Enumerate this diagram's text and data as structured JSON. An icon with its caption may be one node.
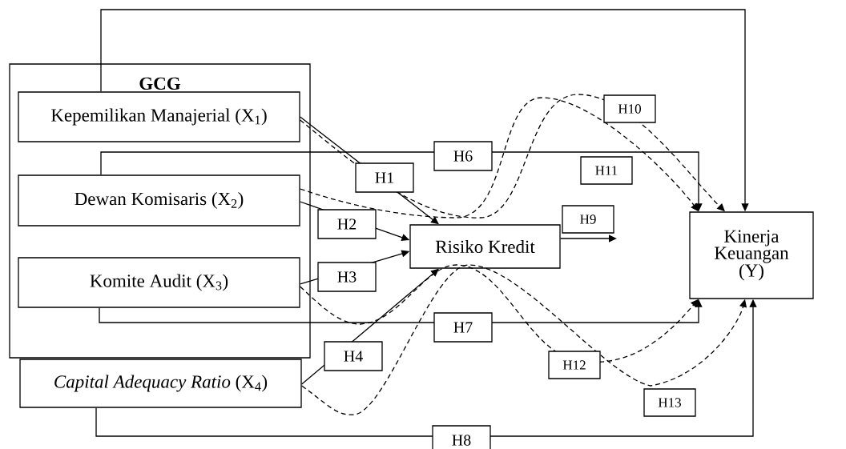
{
  "diagram": {
    "nodes": [
      {
        "text": [
          "GCG"
        ]
      },
      {
        "text": [
          "Kepemilikan Manajerial (X$_{1}$)"
        ],
        "in": 0
      },
      {
        "text": [
          "Dewan Komisaris (X$_{2}$)"
        ],
        "in": 0
      },
      {
        "text": [
          "Komite Audit (X$_{3}$)"
        ],
        "in": 0
      },
      {
        "text": [
          "*Capital Adequacy Ratio* (X$_{4}$)"
        ]
      },
      {
        "text": [
          "Risiko Kredit"
        ]
      },
      {
        "text": [
          "Kinerja Keuangan (Y)"
        ]
      }
    ],
    "edges": [
      {
        "from": 1,
        "to": 5,
        "arrow": "to",
        "label": "H1"
      },
      {
        "from": 2,
        "to": 5,
        "arrow": "to",
        "label": "H2"
      },
      {
        "from": 3,
        "to": 5,
        "arrow": "to",
        "label": "H3"
      },
      {
        "from": 4,
        "to": 5,
        "arrow": "to",
        "label": "H4"
      },
      {
        "from": 1,
        "to": 6,
        "arrow": "to"
      },
      {
        "from": 2,
        "to": 6,
        "arrow": "to",
        "label": "H6"
      },
      {
        "from": 3,
        "to": 6,
        "arrow": "to",
        "label": "H7"
      },
      {
        "from": 4,
        "to": 6,
        "arrow": "to",
        "label": "H8"
      },
      {
        "from": 5,
        "to": null,
        "arrow": "to",
        "label": "H9"
      },
      {
        "from": 1,
        "to": 6,
        "arrow": "to",
        "label": "H10",
        "style": "dashed"
      },
      {
        "from": 2,
        "to": 6,
        "arrow": "to",
        "label": "H11",
        "style": "dashed"
      },
      {
        "from": 3,
        "to": 6,
        "arrow": "to",
        "label": "H12",
        "style": "dashed"
      },
      {
        "from": 4,
        "to": 6,
        "arrow": "to",
        "label": "H13",
        "style": "dashed"
      }
    ]
  }
}
